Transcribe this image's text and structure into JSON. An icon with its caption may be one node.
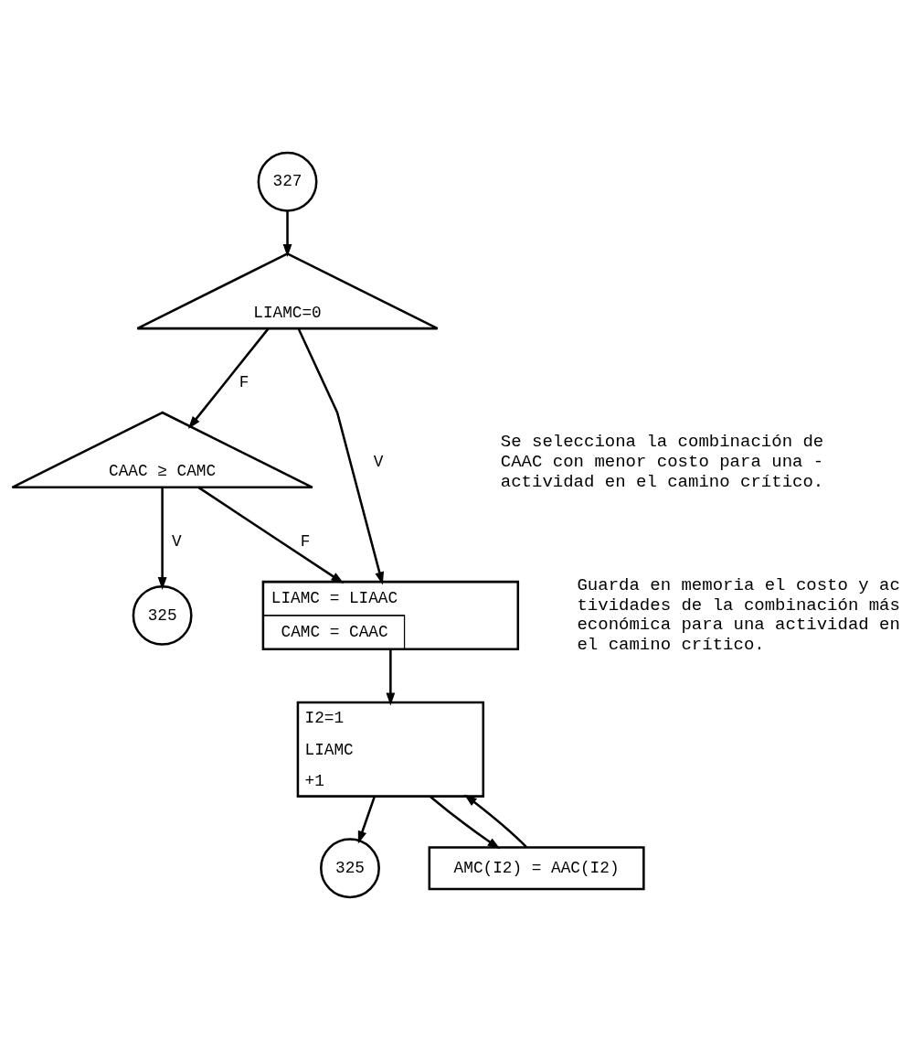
{
  "diagram": {
    "nodes": [
      {
        "text": [
          "327"
        ]
      },
      {
        "text": [
          "LIAMC=0"
        ]
      },
      {
        "text": [
          "CAAC ≥ CAMC"
        ]
      },
      {
        "text": [
          "325"
        ]
      },
      {
        "text": [
          "LIAMC = LIAAC",
          "CAMC = CAAC"
        ]
      },
      {
        "text": [
          "I2=1",
          "LIAMC",
          "+1"
        ]
      },
      {
        "text": [
          "325"
        ]
      },
      {
        "text": [
          "AMC(I2) = AAC(I2)"
        ]
      }
    ],
    "edges": [
      {
        "from": 0,
        "to": 1,
        "arrow": "to"
      },
      {
        "from": 1,
        "to": 2,
        "arrow": "to",
        "label": "F"
      },
      {
        "from": 2,
        "to": 3,
        "arrow": "to",
        "label": "V"
      },
      {
        "from": 1,
        "to": 4,
        "arrow": "to",
        "label": "V"
      },
      {
        "from": 2,
        "to": 4,
        "arrow": "to",
        "label": "F"
      },
      {
        "from": 4,
        "to": 5,
        "arrow": "to"
      },
      {
        "from": 5,
        "to": 6,
        "arrow": "to"
      },
      {
        "from": 5,
        "to": 7,
        "arrow": "to"
      },
      {
        "from": 7,
        "to": 5,
        "arrow": "to"
      }
    ],
    "labels": [
      "Se selecciona la combinación de CAAC con menor costo para una - actividad en el camino crítico.",
      "Guarda en memoria el costo y ac tividades de la combinación más económica para una actividad en el camino crítico."
    ]
  }
}
